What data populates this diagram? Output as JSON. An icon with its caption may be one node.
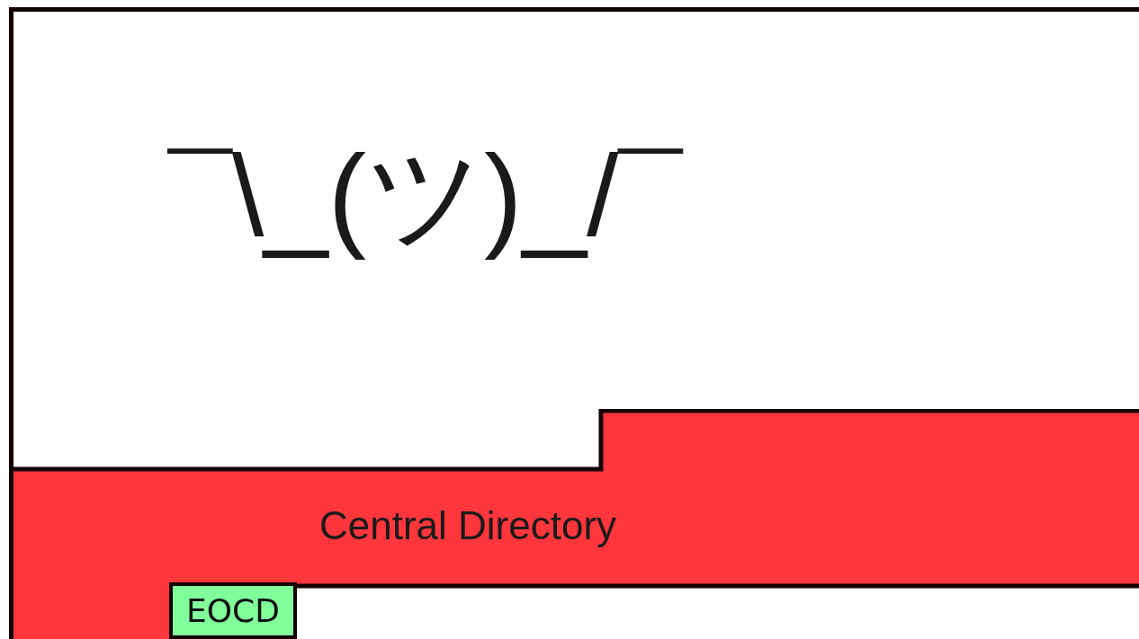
{
  "diagram": {
    "nodes": [
      {
        "text": [
          "¯\\_(ツ)_/¯"
        ]
      },
      {
        "text": [
          "Central Directory"
        ],
        "in": 0
      },
      {
        "text": [
          "EOCD"
        ],
        "in": 0
      }
    ]
  }
}
